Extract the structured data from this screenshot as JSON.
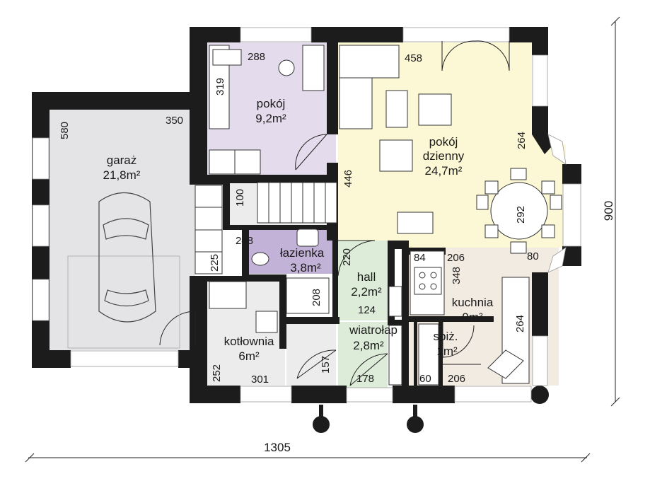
{
  "rooms": {
    "garaz": {
      "name": "garaż",
      "area": "21,8m²"
    },
    "pokoj": {
      "name": "pokój",
      "area": "9,2m²"
    },
    "pokoj_dzienny": {
      "name1": "pokój",
      "name2": "dzienny",
      "area": "24,7m²"
    },
    "lazienka": {
      "name": "łazienka",
      "area": "3,8m²"
    },
    "hall": {
      "name": "hall",
      "area": "2,2m²"
    },
    "kuchnia": {
      "name": "kuchnia",
      "area": "9m²"
    },
    "kotlownia": {
      "name": "kotłownia",
      "area": "6m²"
    },
    "wiatrolap": {
      "name": "wiatrołap",
      "area": "2,8m²"
    },
    "spiz": {
      "name": "spiż.",
      "area": "1m²"
    }
  },
  "dimensions": {
    "d288": "288",
    "d319": "319",
    "d458": "458",
    "d580": "580",
    "d350": "350",
    "d264a": "264",
    "d446": "446",
    "d100": "100",
    "d292": "292",
    "d248": "248",
    "d220": "220",
    "d225": "225",
    "d84": "84",
    "d206a": "206",
    "d348": "348",
    "d80": "80",
    "d208": "208",
    "d124": "124",
    "d264b": "264",
    "d252": "252",
    "d301": "301",
    "d157": "157",
    "d178": "178",
    "d60": "60",
    "d206b": "206",
    "total_width": "1305",
    "total_height": "900"
  },
  "colors": {
    "wall": "#1c1c1c",
    "garage": "#e4e4e6",
    "pokoj": "#e4dcec",
    "living": "#fcf8d6",
    "bathroom": "#c2b2d8",
    "hall": "#dcecd8",
    "kitchen": "#f2ebe2",
    "utility": "#ececec",
    "window": "#ffffff"
  }
}
